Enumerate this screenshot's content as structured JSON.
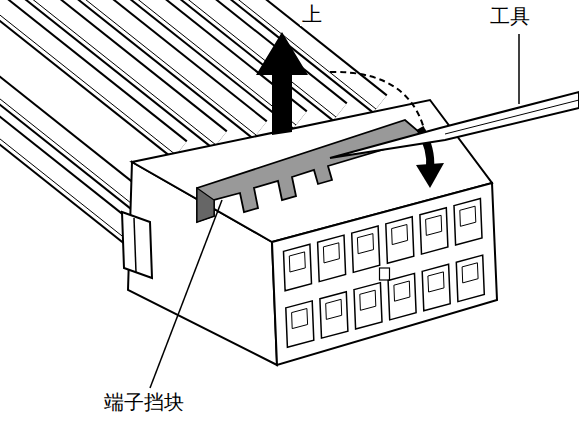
{
  "diagram": {
    "labels": [
      "上",
      "工具",
      "端子挡块"
    ]
  }
}
